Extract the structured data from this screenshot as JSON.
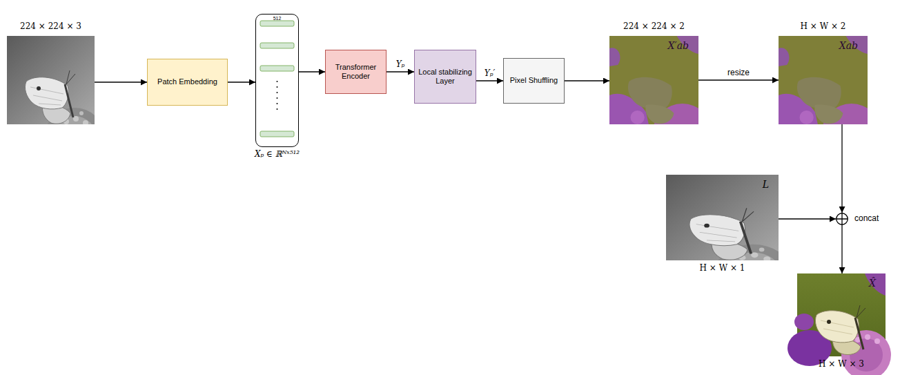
{
  "diagram": {
    "nodes": [
      {
        "text": [
          "224 × 224 × 3"
        ]
      },
      {
        "text": [
          "Patch Embedding"
        ]
      },
      {
        "text": [
          "512",
          "Xₚ ∈ ℝᴺˣ⁵¹²"
        ]
      },
      {
        "text": [
          "Transformer Encoder"
        ]
      },
      {
        "text": [
          "Local stabilizing Layer"
        ]
      },
      {
        "text": [
          "Pixel Shuffling"
        ]
      },
      {
        "text": [
          "224 × 224 × 2",
          "X′ab"
        ]
      },
      {
        "text": [
          "H × W × 2",
          "Xab"
        ]
      },
      {
        "text": [
          "L",
          "H × W × 1"
        ]
      },
      {
        "text": [
          "concat"
        ]
      },
      {
        "text": [
          "X̂",
          "H × W × 3"
        ]
      }
    ],
    "edges": [
      {
        "from": 0,
        "to": 1,
        "arrow": "to"
      },
      {
        "from": 1,
        "to": 2,
        "arrow": "to"
      },
      {
        "from": 2,
        "to": 3,
        "arrow": "to"
      },
      {
        "from": 3,
        "to": 4,
        "arrow": "to",
        "label": "Yₚ"
      },
      {
        "from": 4,
        "to": 5,
        "arrow": "to",
        "label": "Yₚ′"
      },
      {
        "from": 5,
        "to": 6,
        "arrow": "to"
      },
      {
        "from": 6,
        "to": 7,
        "arrow": "to",
        "label": "resize"
      },
      {
        "from": 7,
        "to": 9,
        "arrow": "to"
      },
      {
        "from": 8,
        "to": 9,
        "arrow": "to"
      },
      {
        "from": 9,
        "to": 10,
        "arrow": "to"
      }
    ]
  }
}
